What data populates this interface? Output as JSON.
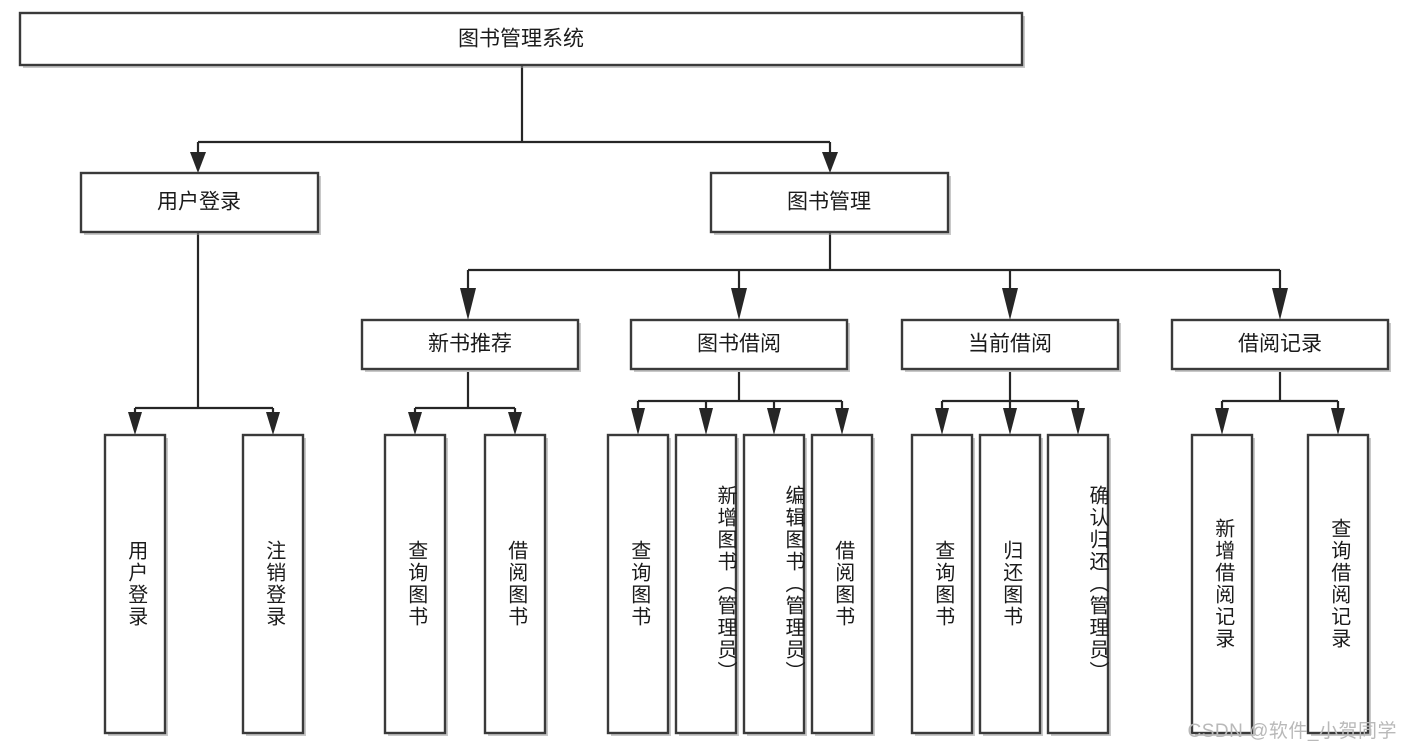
{
  "diagram": {
    "title": "图书管理系统",
    "type": "tree-hierarchy",
    "watermark": "CSDN @软件_小贺同学",
    "colors": {
      "box_stroke": "#3a3a3a",
      "connector": "#262626",
      "text": "#1b1b1b",
      "background": "#ffffff",
      "watermark": "#b9b9b9"
    },
    "root": {
      "id": "root",
      "label": "图书管理系统"
    },
    "level2": [
      {
        "id": "user-login",
        "label": "用户登录"
      },
      {
        "id": "book-management",
        "label": "图书管理"
      }
    ],
    "level3": [
      {
        "id": "new-book-recommend",
        "label": "新书推荐",
        "parent": "book-management"
      },
      {
        "id": "book-borrow",
        "label": "图书借阅",
        "parent": "book-management"
      },
      {
        "id": "current-borrow",
        "label": "当前借阅",
        "parent": "book-management"
      },
      {
        "id": "borrow-record",
        "label": "借阅记录",
        "parent": "book-management"
      }
    ],
    "leaves": [
      {
        "id": "leaf-user-login",
        "label": "用户登录",
        "parent": "user-login"
      },
      {
        "id": "leaf-logout-login",
        "label": "注销登录",
        "parent": "user-login"
      },
      {
        "id": "leaf-query-book-1",
        "label": "查询图书",
        "parent": "new-book-recommend"
      },
      {
        "id": "leaf-borrow-book-1",
        "label": "借阅图书",
        "parent": "new-book-recommend"
      },
      {
        "id": "leaf-query-book-2",
        "label": "查询图书",
        "parent": "book-borrow"
      },
      {
        "id": "leaf-add-book",
        "label": "新增图书（管理员）",
        "parent": "book-borrow"
      },
      {
        "id": "leaf-edit-book",
        "label": "编辑图书（管理员）",
        "parent": "book-borrow"
      },
      {
        "id": "leaf-borrow-book-2",
        "label": "借阅图书",
        "parent": "book-borrow"
      },
      {
        "id": "leaf-query-book-3",
        "label": "查询图书",
        "parent": "current-borrow"
      },
      {
        "id": "leaf-return-book",
        "label": "归还图书",
        "parent": "current-borrow"
      },
      {
        "id": "leaf-confirm-return",
        "label": "确认归还（管理员）",
        "parent": "current-borrow"
      },
      {
        "id": "leaf-add-record",
        "label": "新增借阅记录",
        "parent": "borrow-record"
      },
      {
        "id": "leaf-query-record",
        "label": "查询借阅记录",
        "parent": "borrow-record"
      }
    ]
  }
}
